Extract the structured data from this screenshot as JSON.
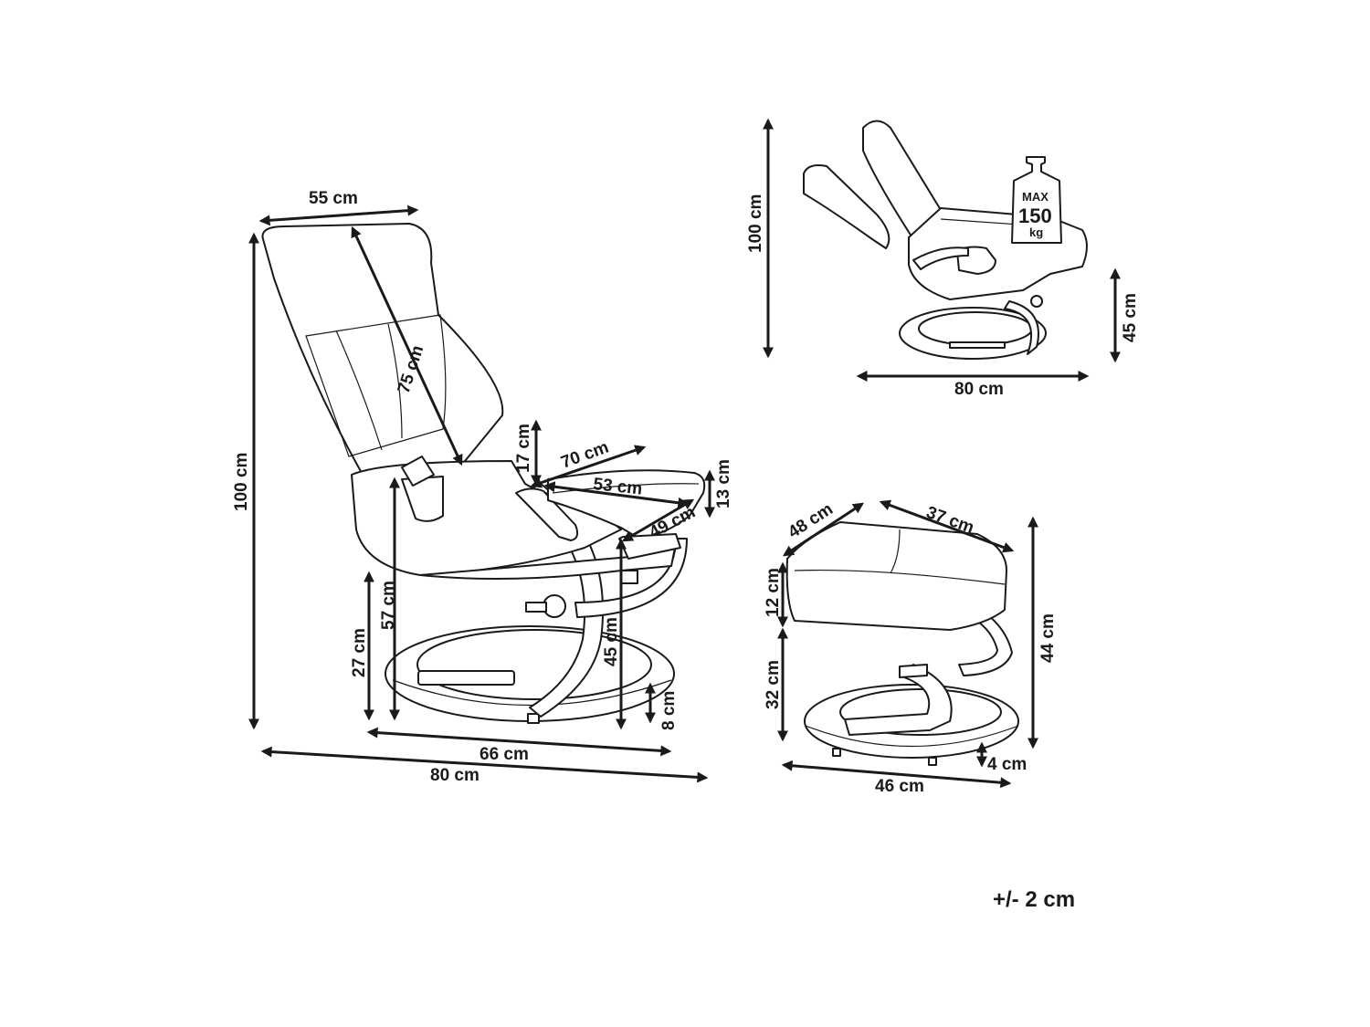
{
  "chair": {
    "width_top": "55 cm",
    "backrest_diag": "75 cm",
    "total_height": "100 cm",
    "arm_height": "17 cm",
    "seat_diag": "70 cm",
    "seat_depth": "53 cm",
    "front_height": "13 cm",
    "seat_front": "49 cm",
    "arm_floor": "57 cm",
    "seat_floor": "27 cm",
    "seat_height": "45 cm",
    "base_height": "8 cm",
    "base_depth": "66 cm",
    "total_depth": "80 cm"
  },
  "recline": {
    "height": "100 cm",
    "length": "80 cm",
    "seat_height": "45 cm",
    "badge": {
      "title": "MAX",
      "value": "150",
      "unit": "kg"
    }
  },
  "ottoman": {
    "depth": "48 cm",
    "width": "37 cm",
    "cushion": "12 cm",
    "leg": "32 cm",
    "height": "44 cm",
    "base_gap": "4 cm",
    "base_width": "46 cm"
  },
  "tolerance": "+/- 2 cm"
}
